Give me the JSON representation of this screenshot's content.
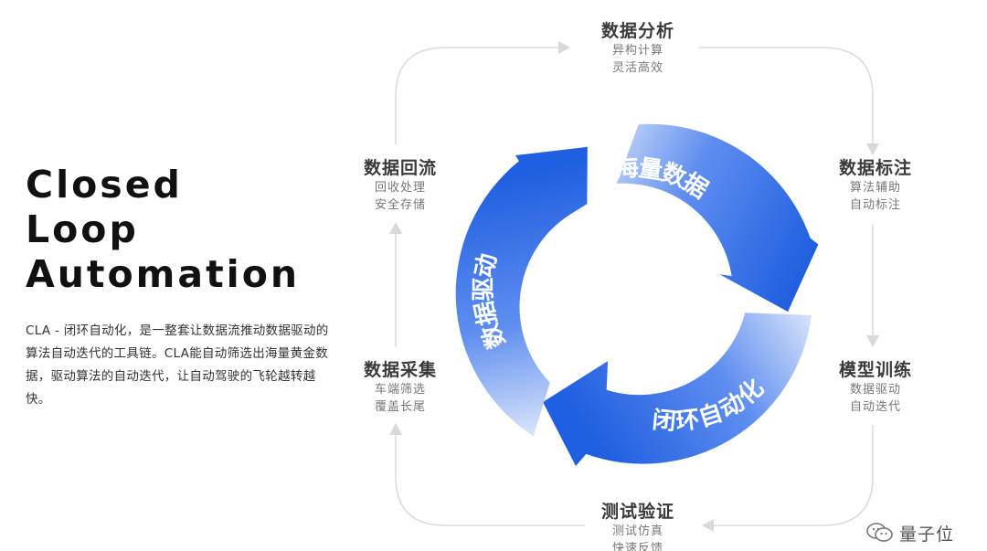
{
  "title_lines": [
    "Closed",
    "Loop",
    "Automation"
  ],
  "description": "CLA - 闭环自动化，是一整套让数据流推动数据驱动的算法自动迭代的工具链。CLA能自动筛选出海量黄金数据，驱动算法的自动迭代，让自动驾驶的飞轮越转越快。",
  "stages": {
    "analysis": {
      "name": "数据分析",
      "lines": [
        "异构计算",
        "灵活高效"
      ]
    },
    "labeling": {
      "name": "数据标注",
      "lines": [
        "算法辅助",
        "自动标注"
      ]
    },
    "training": {
      "name": "模型训练",
      "lines": [
        "数据驱动",
        "自动迭代"
      ]
    },
    "testing": {
      "name": "测试验证",
      "lines": [
        "测试仿真",
        "快速反馈"
      ]
    },
    "collection": {
      "name": "数据采集",
      "lines": [
        "车端筛选",
        "覆盖长尾"
      ]
    },
    "reflow": {
      "name": "数据回流",
      "lines": [
        "回收处理",
        "安全存储"
      ]
    }
  },
  "ring": {
    "labels": [
      "海量数据",
      "闭环自动化",
      "数据驱动"
    ],
    "colors": {
      "dark": "#1f5fe0",
      "light": "#dfe8fb"
    }
  },
  "watermark": {
    "text": "量子位",
    "icon": "wechat-icon"
  }
}
